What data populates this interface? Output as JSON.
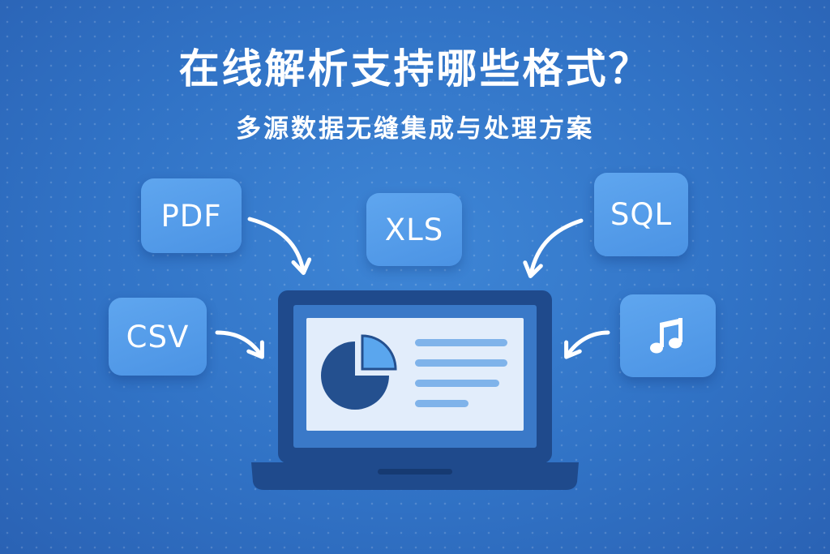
{
  "heading": {
    "title": "在线解析支持哪些格式？",
    "subtitle": "多源数据无缝集成与处理方案"
  },
  "formats": {
    "pdf": "PDF",
    "xls": "XLS",
    "sql": "SQL",
    "csv": "CSV",
    "audio_icon": "music-note-icon"
  },
  "laptop": {
    "screen_chart": "pie-chart-icon",
    "screen_list": "text-lines"
  },
  "colors": {
    "background": "#3173c6",
    "badge": "#5aa1ec",
    "laptop_frame": "#1f4a8c",
    "screen": "#e2edfb",
    "pie": "#24508f",
    "pie_slice": "#5aa6ee",
    "text_lines": "#7fb3ea",
    "arrows": "#ffffff"
  }
}
